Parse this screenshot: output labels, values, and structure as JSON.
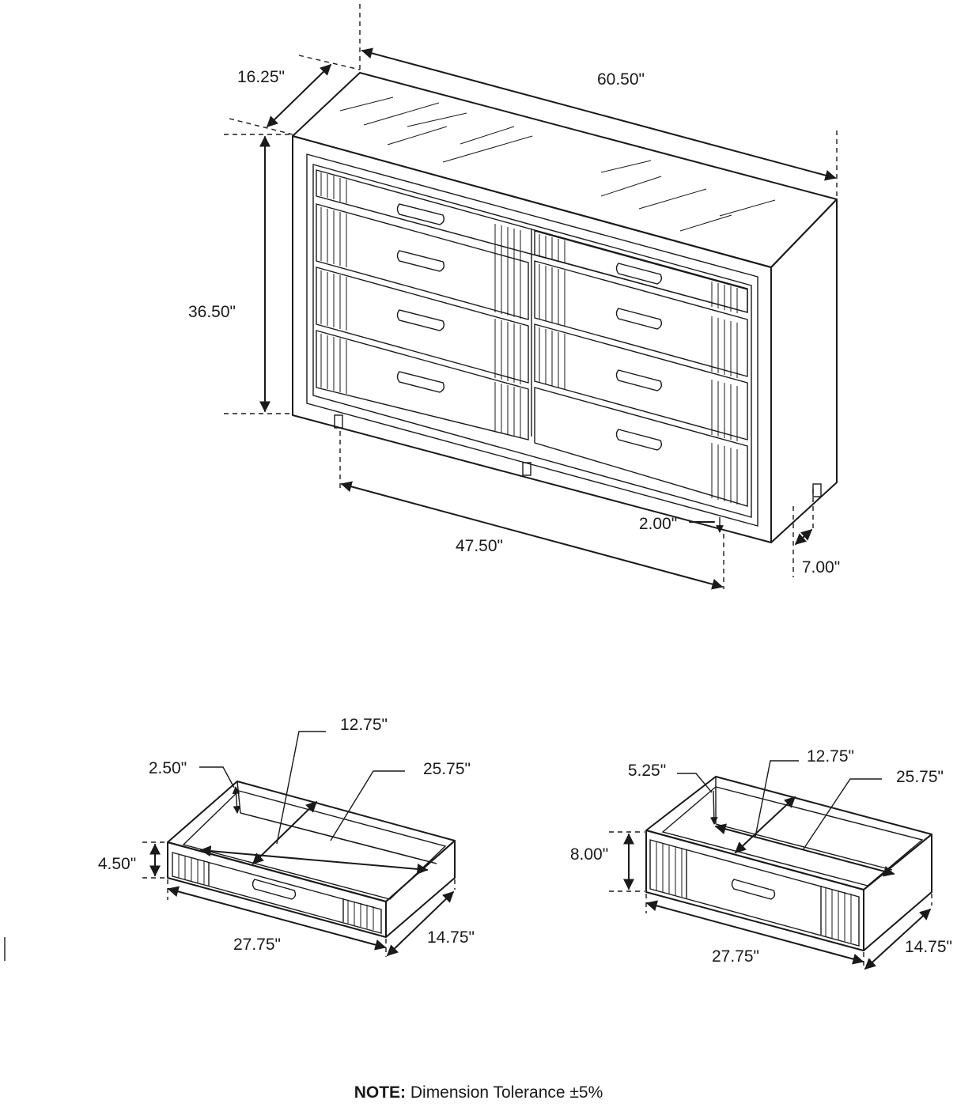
{
  "dresser": {
    "width": "60.50\"",
    "depth": "16.25\"",
    "height": "36.50\"",
    "inner_width": "47.50\"",
    "leg_height": "2.00\"",
    "leg_offset": "7.00\""
  },
  "drawer_small": {
    "interior_width": "12.75\"",
    "interior_length": "25.75\"",
    "interior_depth": "2.50\"",
    "height": "4.50\"",
    "width": "27.75\"",
    "depth": "14.75\""
  },
  "drawer_large": {
    "interior_width": "12.75\"",
    "interior_length": "25.75\"",
    "interior_depth": "5.25\"",
    "height": "8.00\"",
    "width": "27.75\"",
    "depth": "14.75\""
  },
  "note": {
    "label": "NOTE:",
    "text": "Dimension Tolerance ±5%"
  }
}
